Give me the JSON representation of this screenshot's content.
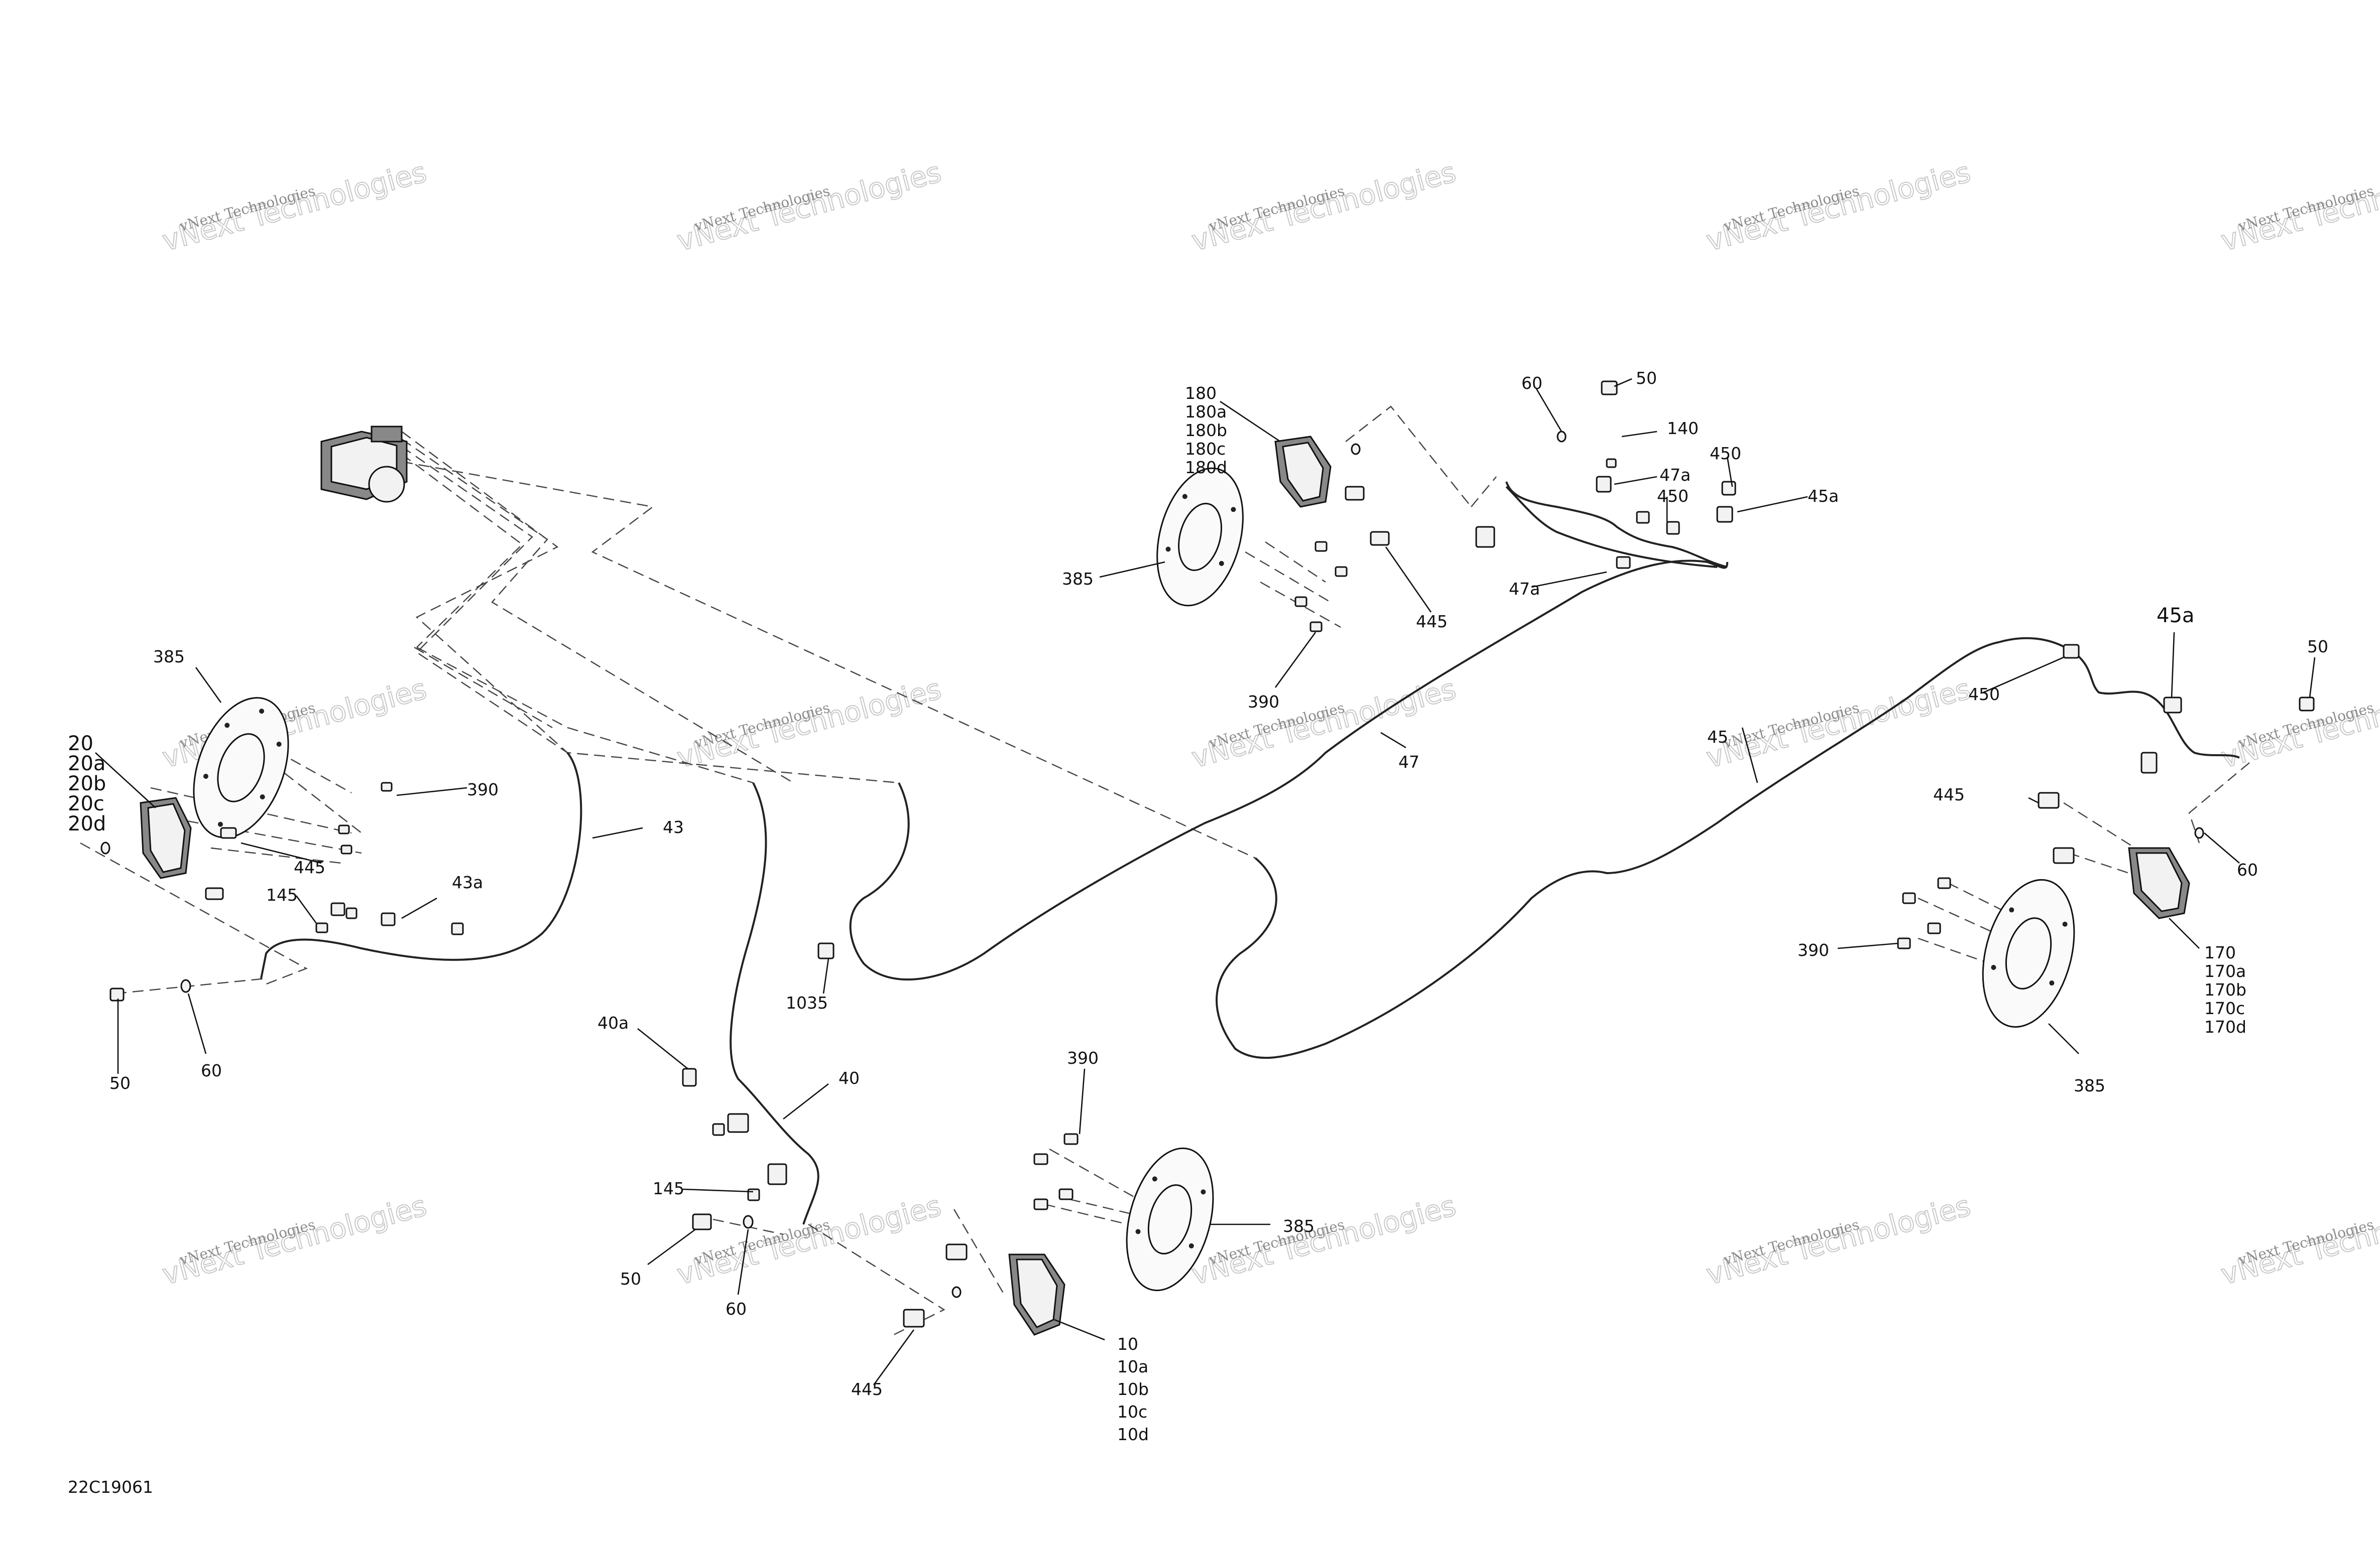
{
  "figure": {
    "code": "22C19061",
    "watermark": {
      "line1": "vNext Technologies",
      "line2": "vNext Technologies"
    }
  },
  "labels": {
    "l20": [
      "20",
      "20a",
      "20b",
      "20c",
      "20d"
    ],
    "l180": [
      "180",
      "180a",
      "180b",
      "180c",
      "180d"
    ],
    "l170": [
      "170",
      "170a",
      "170b",
      "170c",
      "170d"
    ],
    "l10": [
      "10",
      "10a",
      "10b",
      "10c",
      "10d"
    ],
    "l385_a": "385",
    "l385_b": "385",
    "l385_c": "385",
    "l385_d": "385",
    "l390_a": "390",
    "l390_b": "390",
    "l390_c": "390",
    "l390_d": "390",
    "l445_a": "445",
    "l445_b": "445",
    "l445_c": "445",
    "l445_d": "445",
    "l43": "43",
    "l43a": "43a",
    "l145_a": "145",
    "l145_b": "145",
    "l50_a": "50",
    "l50_b": "50",
    "l50_c": "50",
    "l50_d": "50",
    "l60_a": "60",
    "l60_b": "60",
    "l60_c": "60",
    "l60_d": "60",
    "l40": "40",
    "l40a": "40a",
    "l1035": "1035",
    "l47": "47",
    "l47a_a": "47a",
    "l47a_b": "47a",
    "l140": "140",
    "l450_a": "450",
    "l450_b": "450",
    "l450_c": "450",
    "l45": "45",
    "l45a_a": "45a",
    "l45a_b": "45a"
  }
}
